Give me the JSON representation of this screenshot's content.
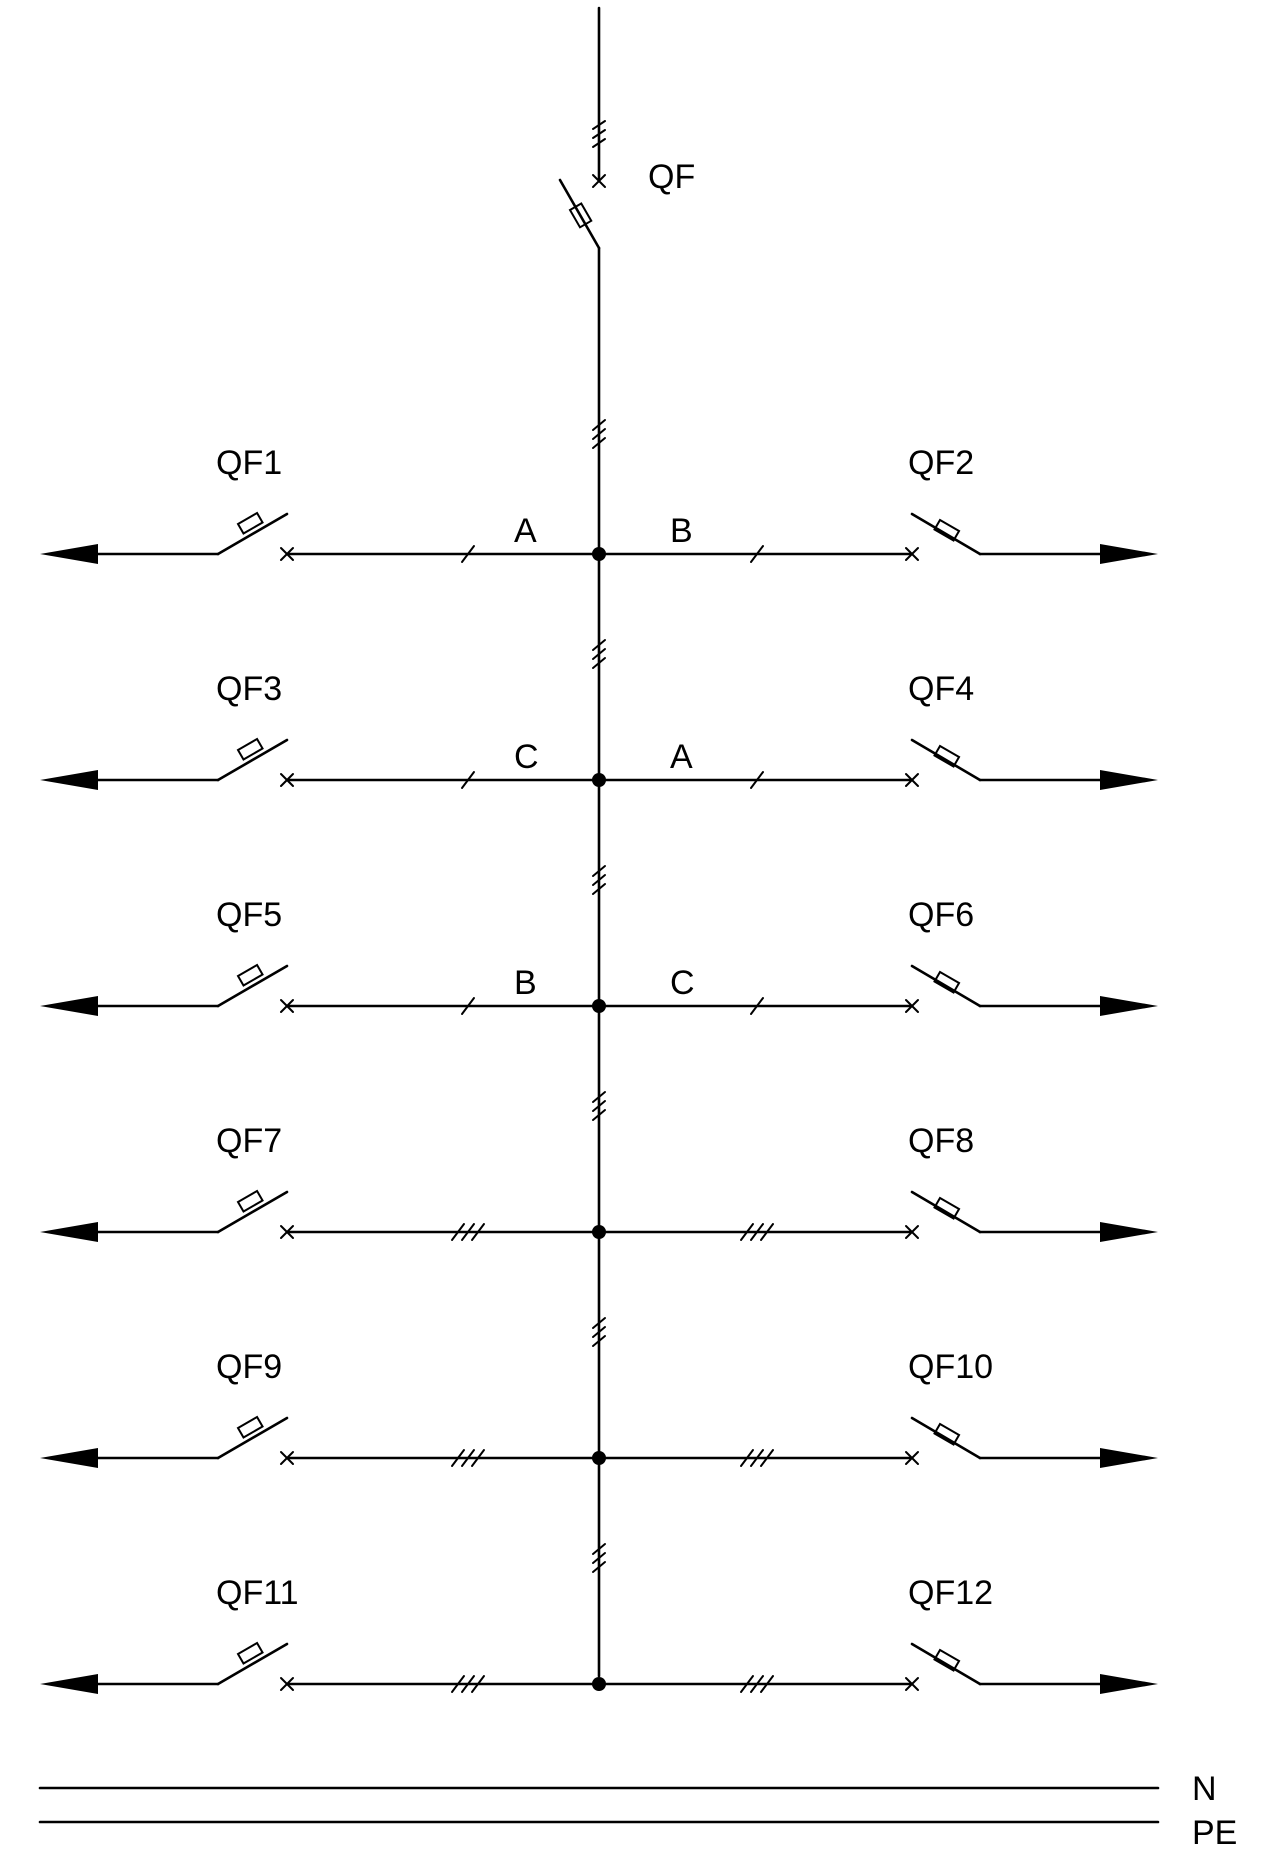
{
  "main_breaker": {
    "label": "QF"
  },
  "rows": [
    {
      "left": {
        "label": "QF1",
        "phase": "A",
        "poles": 1
      },
      "right": {
        "label": "QF2",
        "phase": "B",
        "poles": 1
      }
    },
    {
      "left": {
        "label": "QF3",
        "phase": "C",
        "poles": 1
      },
      "right": {
        "label": "QF4",
        "phase": "A",
        "poles": 1
      }
    },
    {
      "left": {
        "label": "QF5",
        "phase": "B",
        "poles": 1
      },
      "right": {
        "label": "QF6",
        "phase": "C",
        "poles": 1
      }
    },
    {
      "left": {
        "label": "QF7",
        "phase": "",
        "poles": 3
      },
      "right": {
        "label": "QF8",
        "phase": "",
        "poles": 3
      }
    },
    {
      "left": {
        "label": "QF9",
        "phase": "",
        "poles": 3
      },
      "right": {
        "label": "QF10",
        "phase": "",
        "poles": 3
      }
    },
    {
      "left": {
        "label": "QF11",
        "phase": "",
        "poles": 3
      },
      "right": {
        "label": "QF12",
        "phase": "",
        "poles": 3
      }
    }
  ],
  "buses": [
    {
      "label": "N"
    },
    {
      "label": "PE"
    }
  ]
}
